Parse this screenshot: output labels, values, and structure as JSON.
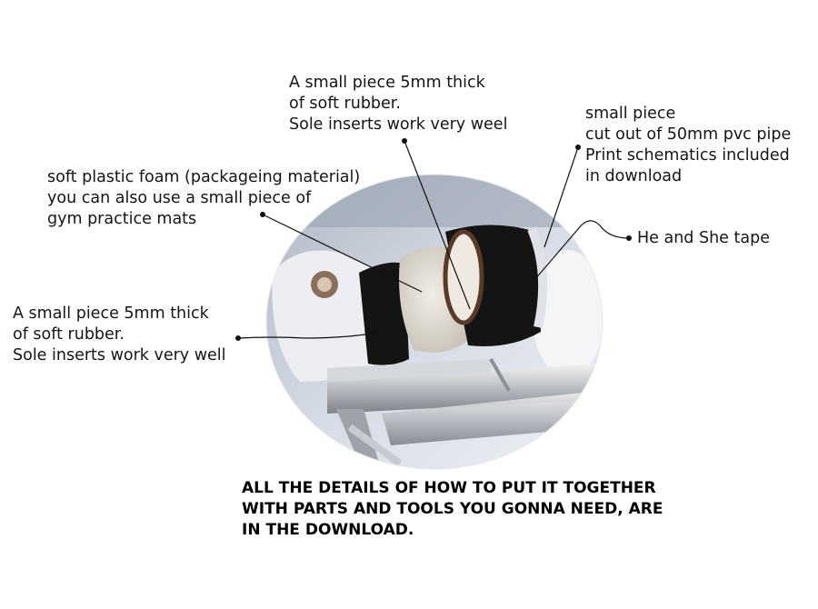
{
  "annotations": {
    "top_rubber": "A small piece 5mm thick\nof soft rubber.\nSole inserts work very weel",
    "pvc_pipe": "small piece\ncut out of 50mm pvc pipe\nPrint schematics included\nin download",
    "foam": "soft plastic foam (packageing material)\nyou can also use a small piece of\ngym practice mats",
    "tape": "He and She tape",
    "left_rubber": "A small piece 5mm thick\nof soft rubber.\nSole inserts work very well"
  },
  "footer": "ALL THE DETAILS OF HOW TO PUT IT TOGETHER\nWITH PARTS AND TOOLS YOU GONNA NEED, ARE\nIN THE DOWNLOAD.",
  "colors": {
    "background": "#ffffff",
    "text": "#111111",
    "leader_line": "#111111",
    "tape_black": "#141414",
    "photo_sky": "#c9d2df"
  }
}
